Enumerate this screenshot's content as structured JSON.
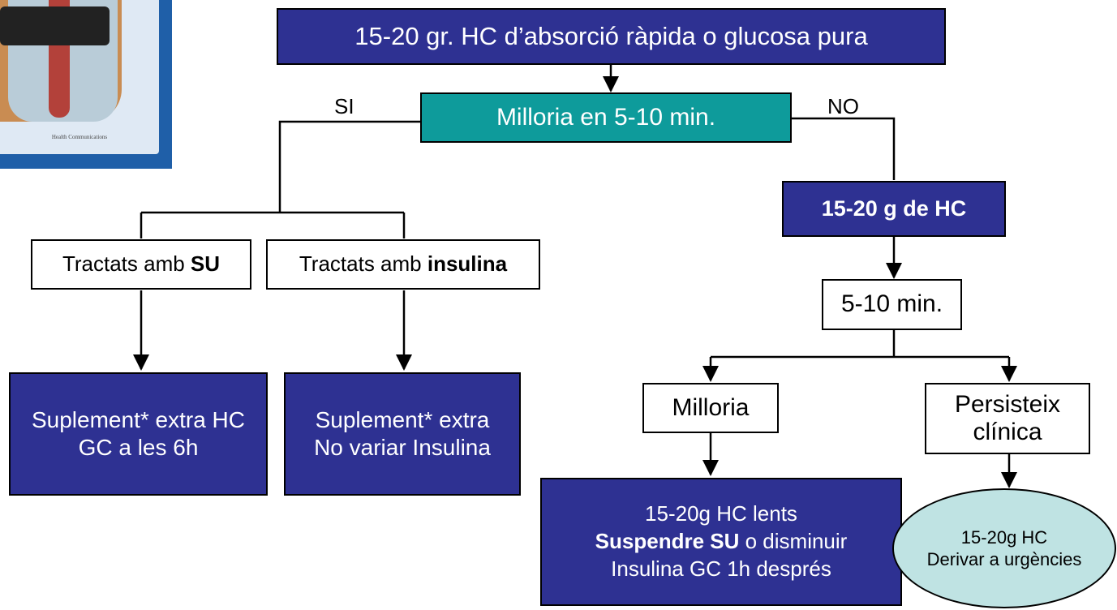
{
  "photo": {
    "caption": "Health Communications"
  },
  "nodes": {
    "start": "15-20 gr. HC d’absorció ràpida o glucosa pura",
    "improve_check": "Milloria en 5-10 min.",
    "branch_yes": "SI",
    "branch_no": "NO",
    "su_prefix": "Tractats amb ",
    "su_bold": "SU",
    "ins_prefix": "Tractats amb ",
    "ins_bold": "insulina",
    "su_action_line1": "Suplement* extra HC",
    "su_action_line2": "GC a les 6h",
    "ins_action_line1": "Suplement* extra",
    "ins_action_line2": "No variar Insulina",
    "repeat_hc": "15-20 g de HC",
    "wait": "5-10 min.",
    "improved": "Milloria",
    "persist_line1": "Persisteix",
    "persist_line2": "clínica",
    "final_line1": "15-20g HC lents",
    "final_bold": "Suspendre SU",
    "final_line2_rest": " o disminuir",
    "final_line3": "Insulina GC 1h després",
    "urgent_line1": "15-20g HC",
    "urgent_line2": "Derivar a urgències"
  },
  "colors": {
    "navy": "#2e3192",
    "teal": "#0e9b9b",
    "oval": "#bfe3e3"
  }
}
